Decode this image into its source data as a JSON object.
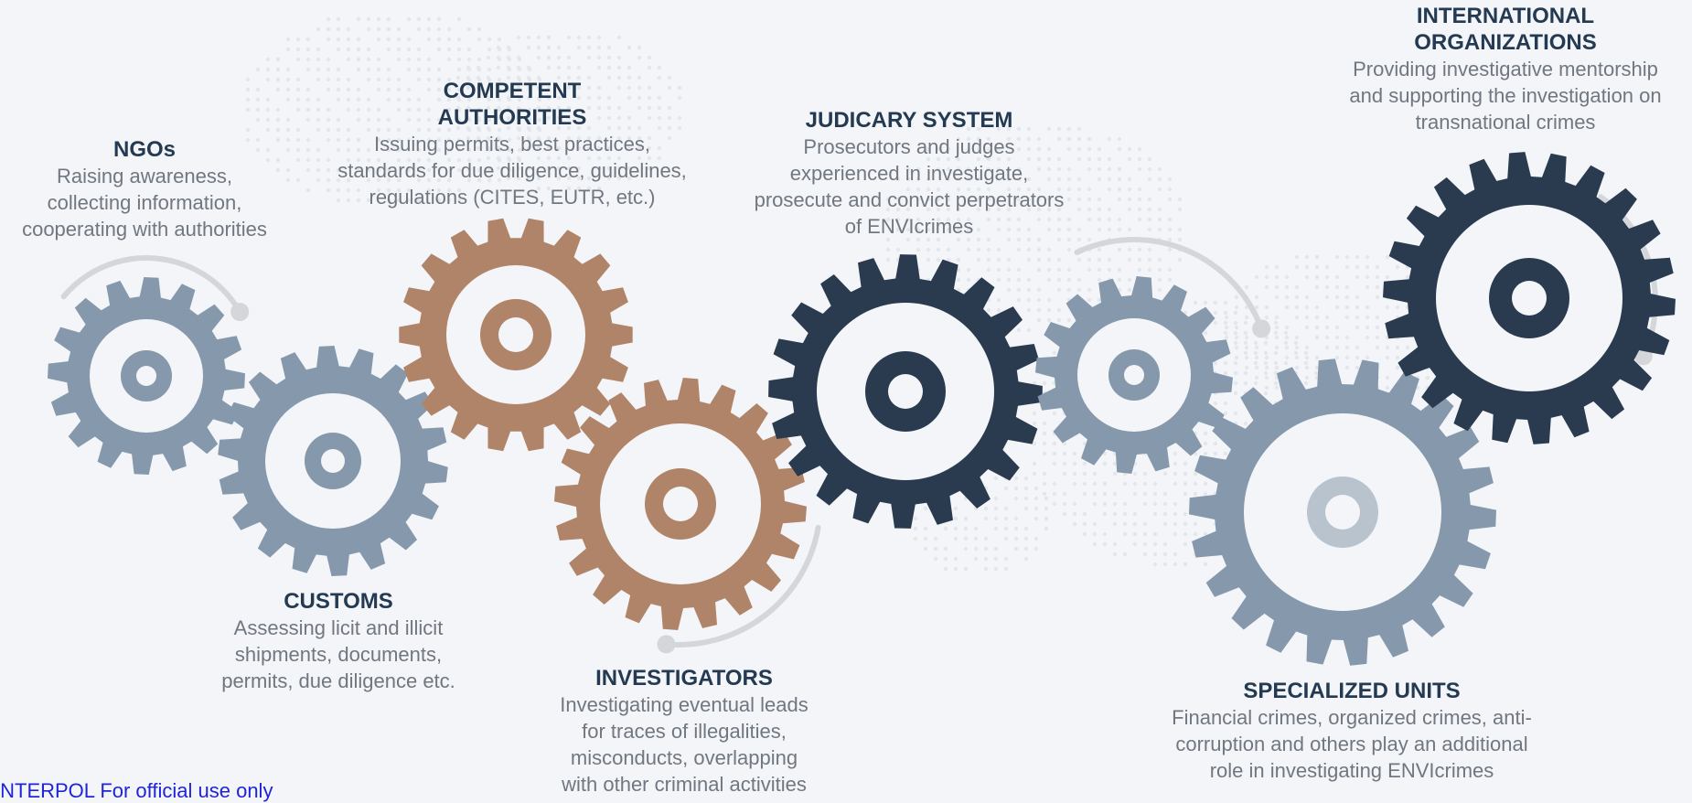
{
  "colors": {
    "background": "#f3f5f8",
    "slate": "#8598ac",
    "bronze": "#b08469",
    "navy": "#2a3b4f",
    "light_ring": "#b8c3ce",
    "arc": "#d4d6d9",
    "title": "#243a52",
    "description": "#707780",
    "footer": "#1f24d6"
  },
  "actors": [
    {
      "id": "ngos",
      "title": "NGOs",
      "description": "Raising awareness,\ncollecting information,\ncooperating with authorities",
      "gear_color": "slate"
    },
    {
      "id": "customs",
      "title": "CUSTOMS",
      "description": "Assessing licit and illicit\nshipments, documents,\npermits, due diligence etc.",
      "gear_color": "slate"
    },
    {
      "id": "competent-authorities",
      "title": "COMPETENT\nAUTHORITIES",
      "description": "Issuing permits, best practices,\nstandards for due diligence, guidelines,\nregulations (CITES, EUTR, etc.)",
      "gear_color": "bronze"
    },
    {
      "id": "investigators",
      "title": "INVESTIGATORS",
      "description": "Investigating eventual leads\nfor traces of illegalities,\nmisconducts, overlapping\nwith other criminal activities",
      "gear_color": "bronze"
    },
    {
      "id": "judicary-system",
      "title": "JUDICARY SYSTEM",
      "description": "Prosecutors and judges\nexperienced in investigate,\nprosecute and convict perpetrators\nof ENVIcrimes",
      "gear_color": "navy"
    },
    {
      "id": "specialized-units",
      "title": "SPECIALIZED UNITS",
      "description": "Financial crimes, organized crimes, anti-\ncorruption and others play an additional\nrole in investigating ENVIcrimes",
      "gear_color": "slate"
    },
    {
      "id": "international-organizations",
      "title": "INTERNATIONAL\nORGANIZATIONS",
      "description": "Providing investigative mentorship\nand supporting the investigation on\ntransnational crimes",
      "gear_color": "navy"
    }
  ],
  "footer": "INTERPOL For official use only"
}
